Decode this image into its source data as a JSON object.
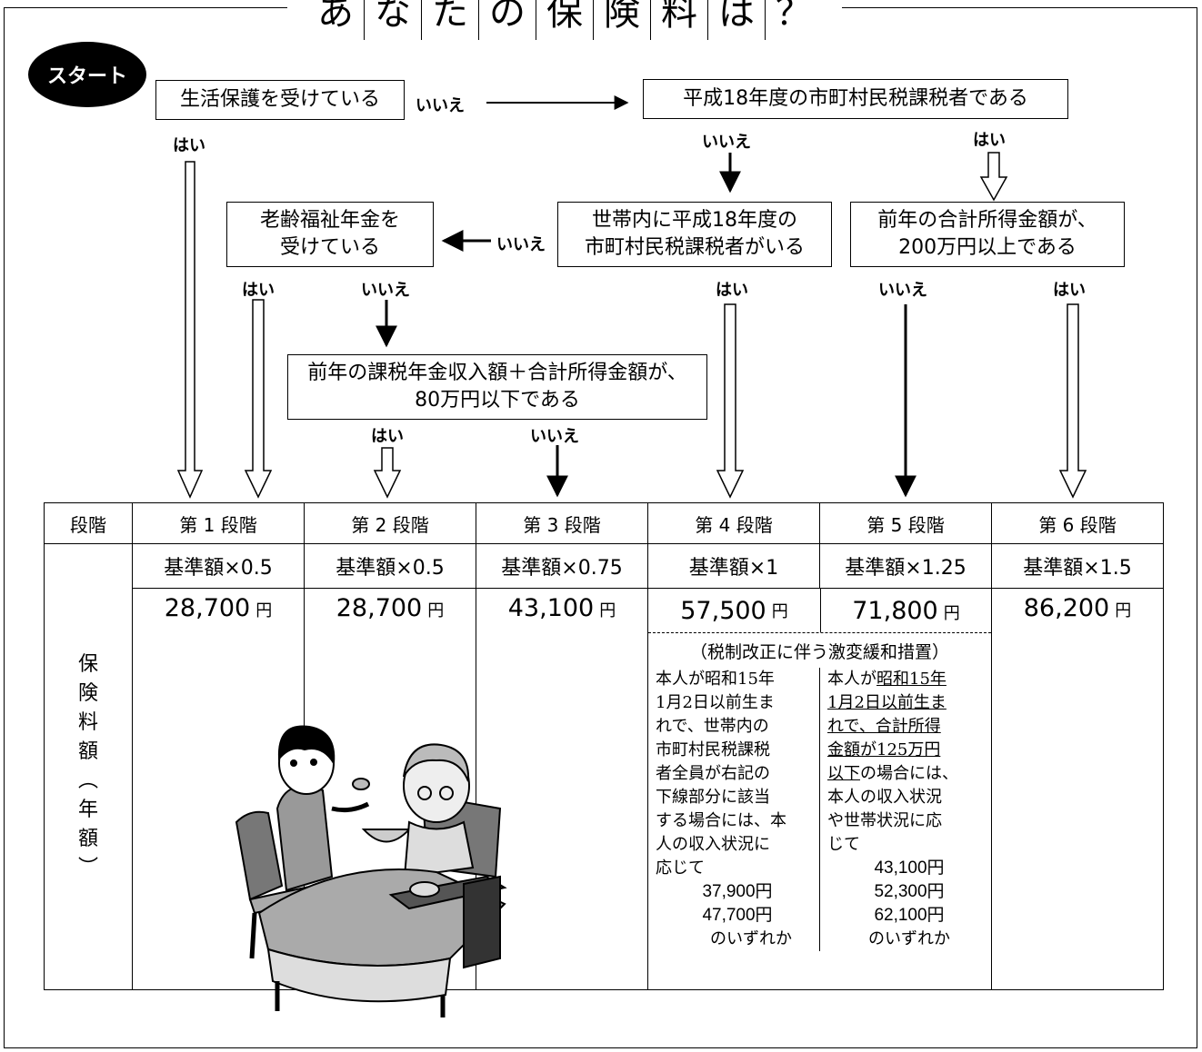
{
  "title_chars": [
    "あ",
    "な",
    "た",
    "の",
    "保",
    "険",
    "料",
    "は",
    "？"
  ],
  "start_label": "スタート",
  "nodes": {
    "seikatsu": "生活保護を受けている",
    "kazei": "平成18年度の市町村民税課税者である",
    "setai_line1": "世帯内に平成18年度の",
    "setai_line2": "市町村民税課税者がいる",
    "roureki_line1": "老齢福祉年金を",
    "roureki_line2": "受けている",
    "zennen200_line1": "前年の合計所得金額が、",
    "zennen200_line2": "200万円以上である",
    "kazei80_line1": "前年の課税年金収入額＋合計所得金額が、",
    "kazei80_line2": "80万円以下である"
  },
  "edge_labels": {
    "yes": "はい",
    "no": "いいえ"
  },
  "table": {
    "header_label": "段階",
    "side_label": [
      "保",
      "険",
      "料",
      "額",
      "︵",
      "年",
      "額",
      "︶"
    ],
    "stages": [
      {
        "name": "第 1 段階",
        "multiplier": "基準額×0.5",
        "amount": "28,700",
        "unit": "円"
      },
      {
        "name": "第 2 段階",
        "multiplier": "基準額×0.5",
        "amount": "28,700",
        "unit": "円"
      },
      {
        "name": "第 3 段階",
        "multiplier": "基準額×0.75",
        "amount": "43,100",
        "unit": "円"
      },
      {
        "name": "第 4 段階",
        "multiplier": "基準額×1",
        "amount": "57,500",
        "unit": "円"
      },
      {
        "name": "第 5 段階",
        "multiplier": "基準額×1.25",
        "amount": "71,800",
        "unit": "円"
      },
      {
        "name": "第 6 段階",
        "multiplier": "基準額×1.5",
        "amount": "86,200",
        "unit": "円"
      }
    ],
    "mitigation_title": "（税制改正に伴う激変緩和措置）",
    "note4": {
      "lines": [
        "本人が昭和15年",
        "1月2日以前生ま",
        "れで、世帯内の",
        "市町村民税課税",
        "者全員が右記の",
        "下線部分に該当",
        "する場合には、本",
        "人の収入状況に",
        "応じて"
      ],
      "amounts": [
        "37,900円",
        "47,700円"
      ],
      "suffix": "のいずれか"
    },
    "note5": {
      "line1": "本人が",
      "line1_ul": "昭和15年",
      "line2_ul": "1月2日以前生ま",
      "line3_ul": "れで、合計所得",
      "line4_ul": "金額が125万円",
      "line5_ul": "以下",
      "line5": "の場合には、",
      "lines_rest": [
        "本人の収入状況",
        "や世帯状況に応",
        "じて"
      ],
      "amounts": [
        "43,100円",
        "52,300円",
        "62,100円"
      ],
      "suffix": "のいずれか"
    }
  }
}
